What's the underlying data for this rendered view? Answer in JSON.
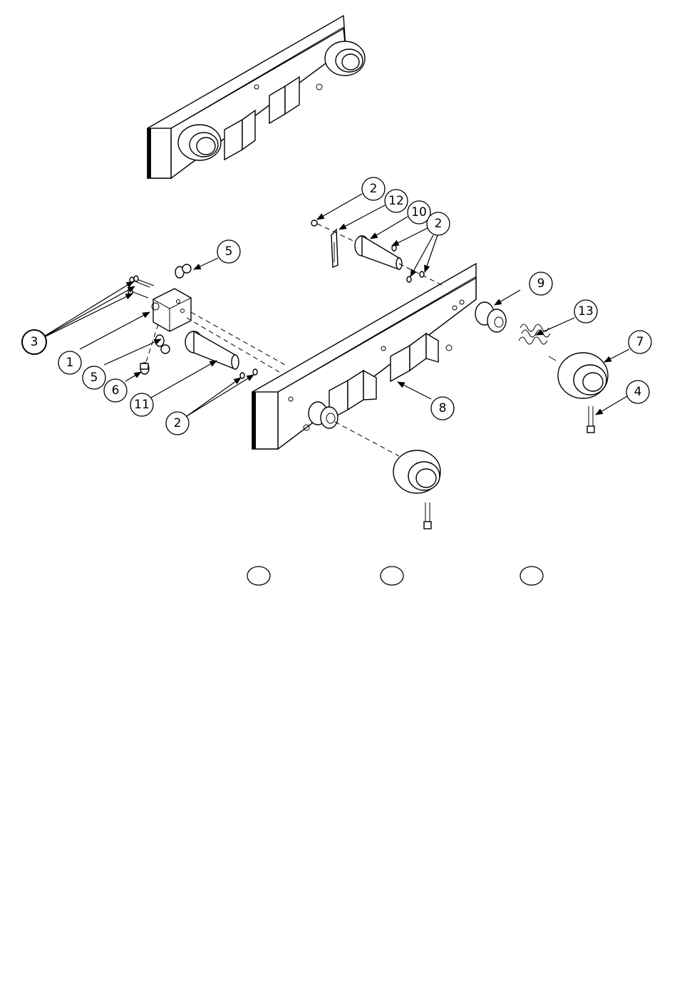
{
  "callouts": [
    {
      "id": "c1",
      "label": "2"
    },
    {
      "id": "c2",
      "label": "12"
    },
    {
      "id": "c3",
      "label": "10"
    },
    {
      "id": "c4",
      "label": "2"
    },
    {
      "id": "c5",
      "label": "5"
    },
    {
      "id": "c6",
      "label": "9"
    },
    {
      "id": "c7",
      "label": "13"
    },
    {
      "id": "c8",
      "label": "7"
    },
    {
      "id": "c9",
      "label": "3"
    },
    {
      "id": "c10",
      "label": "1"
    },
    {
      "id": "c11",
      "label": "5"
    },
    {
      "id": "c12",
      "label": "6"
    },
    {
      "id": "c13",
      "label": "11"
    },
    {
      "id": "c14",
      "label": "8"
    },
    {
      "id": "c15",
      "label": "4"
    },
    {
      "id": "c16",
      "label": "2"
    }
  ],
  "legend_ovals": [
    "",
    "",
    ""
  ]
}
